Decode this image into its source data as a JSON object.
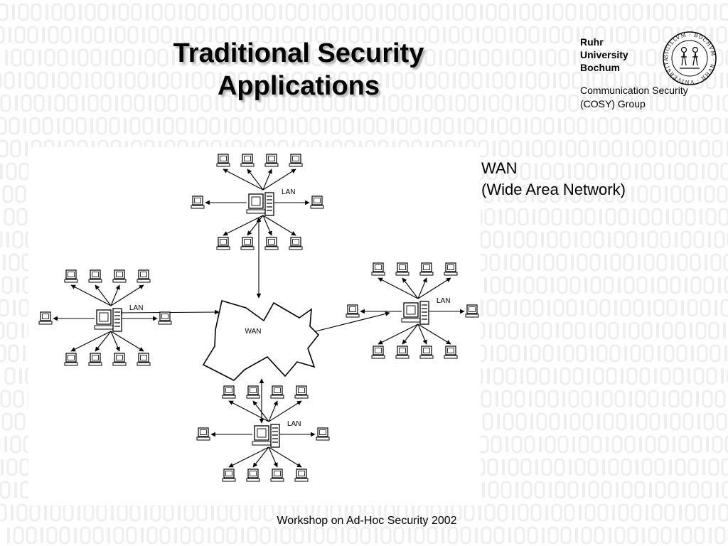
{
  "slide": {
    "title_line1": "Traditional Security",
    "title_line2": "Applications",
    "university": [
      "Ruhr",
      "University",
      "Bochum"
    ],
    "group": [
      "Communication Security",
      "(COSY) Group"
    ],
    "caption": [
      "WAN",
      "(Wide Area Network)"
    ],
    "footer": "Workshop on Ad-Hoc Security 2002"
  },
  "diagram": {
    "wan_label": "WAN",
    "lan_label": "LAN",
    "lan_count": 4
  },
  "seal": {
    "text": "SIGILLVM · BOCHVM · RVHR · VNIVERSITAT"
  },
  "colors": {
    "text": "#000000",
    "title_shadow": "#b5b5b5",
    "background_digits": "#eeeeee"
  }
}
